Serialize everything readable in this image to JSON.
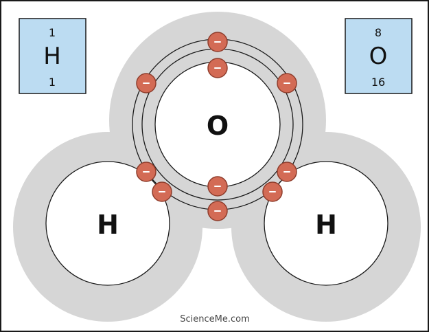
{
  "boxes": {
    "hydrogen": {
      "atomic_number": "1",
      "symbol": "H",
      "mass": "1"
    },
    "oxygen": {
      "atomic_number": "8",
      "symbol": "O",
      "mass": "16"
    }
  },
  "atoms": {
    "oxygen_label": "O",
    "hydrogen_left_label": "H",
    "hydrogen_right_label": "H"
  },
  "credit": "ScienceMe.com",
  "colors": {
    "box_fill": "#bcdcf2",
    "atom_cloud": "#d6d6d6",
    "electron_fill": "#d36b55",
    "electron_stroke": "#8f3d2c"
  },
  "electron_count": 10
}
